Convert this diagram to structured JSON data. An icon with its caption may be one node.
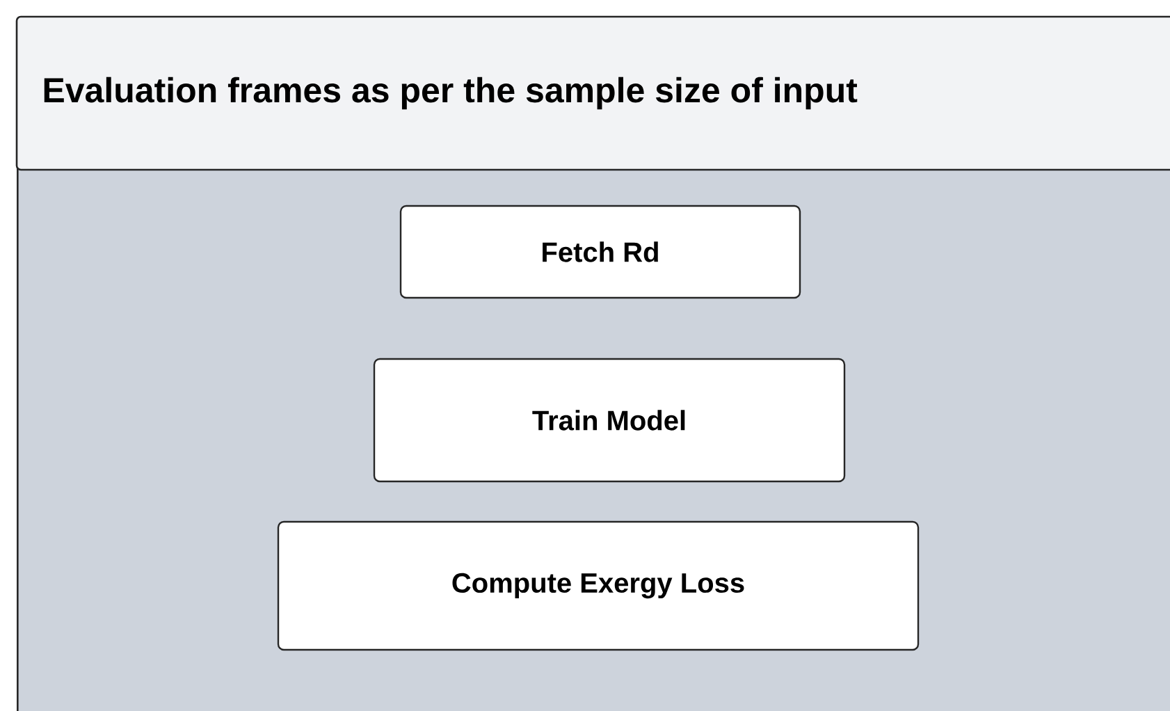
{
  "diagram": {
    "nodes": [
      {
        "text": [
          "Evaluation frames as per the sample size of input"
        ]
      },
      {
        "text": [
          "Fetch Rd"
        ],
        "in": 0
      },
      {
        "text": [
          "Train Model"
        ],
        "in": 0
      },
      {
        "text": [
          "Compute Exergy Loss"
        ],
        "in": 0
      }
    ]
  }
}
